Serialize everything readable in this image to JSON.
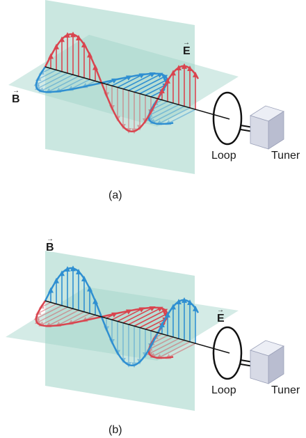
{
  "diagrams": [
    {
      "id": "a",
      "vertical_field": "E",
      "horizontal_field": "B",
      "vertical_color": "#d9454f",
      "horizontal_color": "#2f8fd1",
      "loop_label": "Loop",
      "tuner_label": "Tuner",
      "caption": "(a)"
    },
    {
      "id": "b",
      "vertical_field": "B",
      "horizontal_field": "E",
      "vertical_color": "#2f8fd1",
      "horizontal_color": "#d9454f",
      "loop_label": "Loop",
      "tuner_label": "Tuner",
      "caption": "(b)"
    }
  ],
  "colors": {
    "plane_fill": "#9fd3c7",
    "axis": "#111111",
    "tuner_face": "#d7dae6",
    "tuner_side": "#b9bdd0",
    "tuner_top": "#eceef5"
  }
}
